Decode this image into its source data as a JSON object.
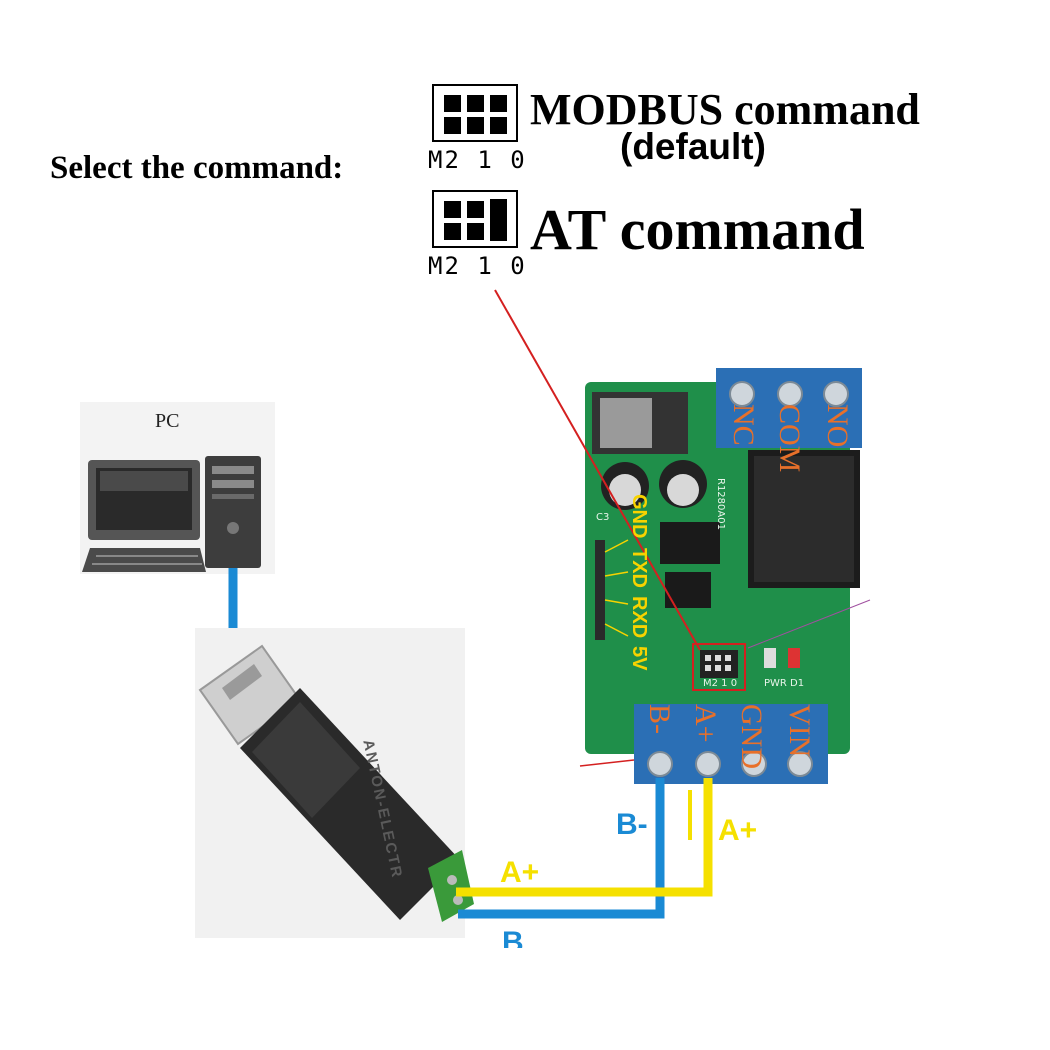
{
  "header": {
    "select_label": "Select the command:",
    "modbus_label": "MODBUS command",
    "default_label": "(default)",
    "at_label": "AT command",
    "pin_row_label": "M2 1 0"
  },
  "pc": {
    "label": "PC"
  },
  "board": {
    "terminal_top": [
      "NC",
      "COM",
      "NO"
    ],
    "terminal_bottom": [
      "B-",
      "A+",
      "GND",
      "VIN"
    ],
    "uart_pins": [
      "GND",
      "TXD",
      "RXD",
      "5V"
    ],
    "model": "R1280A01",
    "jumper_silk": "M2 1 0",
    "led_labels": [
      "PWR",
      "D1"
    ],
    "cap_label": "C3"
  },
  "usb": {
    "brand": "ANTON-ELECTR"
  },
  "wires": {
    "a_plus_top": "A+",
    "b_minus_top": "B-",
    "a_plus_bottom": "A+",
    "b_bottom": "B"
  },
  "colors": {
    "pcb": "#1f8f4a",
    "terminal": "#2b6fb5",
    "wire_blue": "#1a8ad4",
    "wire_yellow": "#f5e000",
    "label_orange": "#e8702a",
    "label_yellow": "#f7d300",
    "highlight_red": "#d42020"
  }
}
